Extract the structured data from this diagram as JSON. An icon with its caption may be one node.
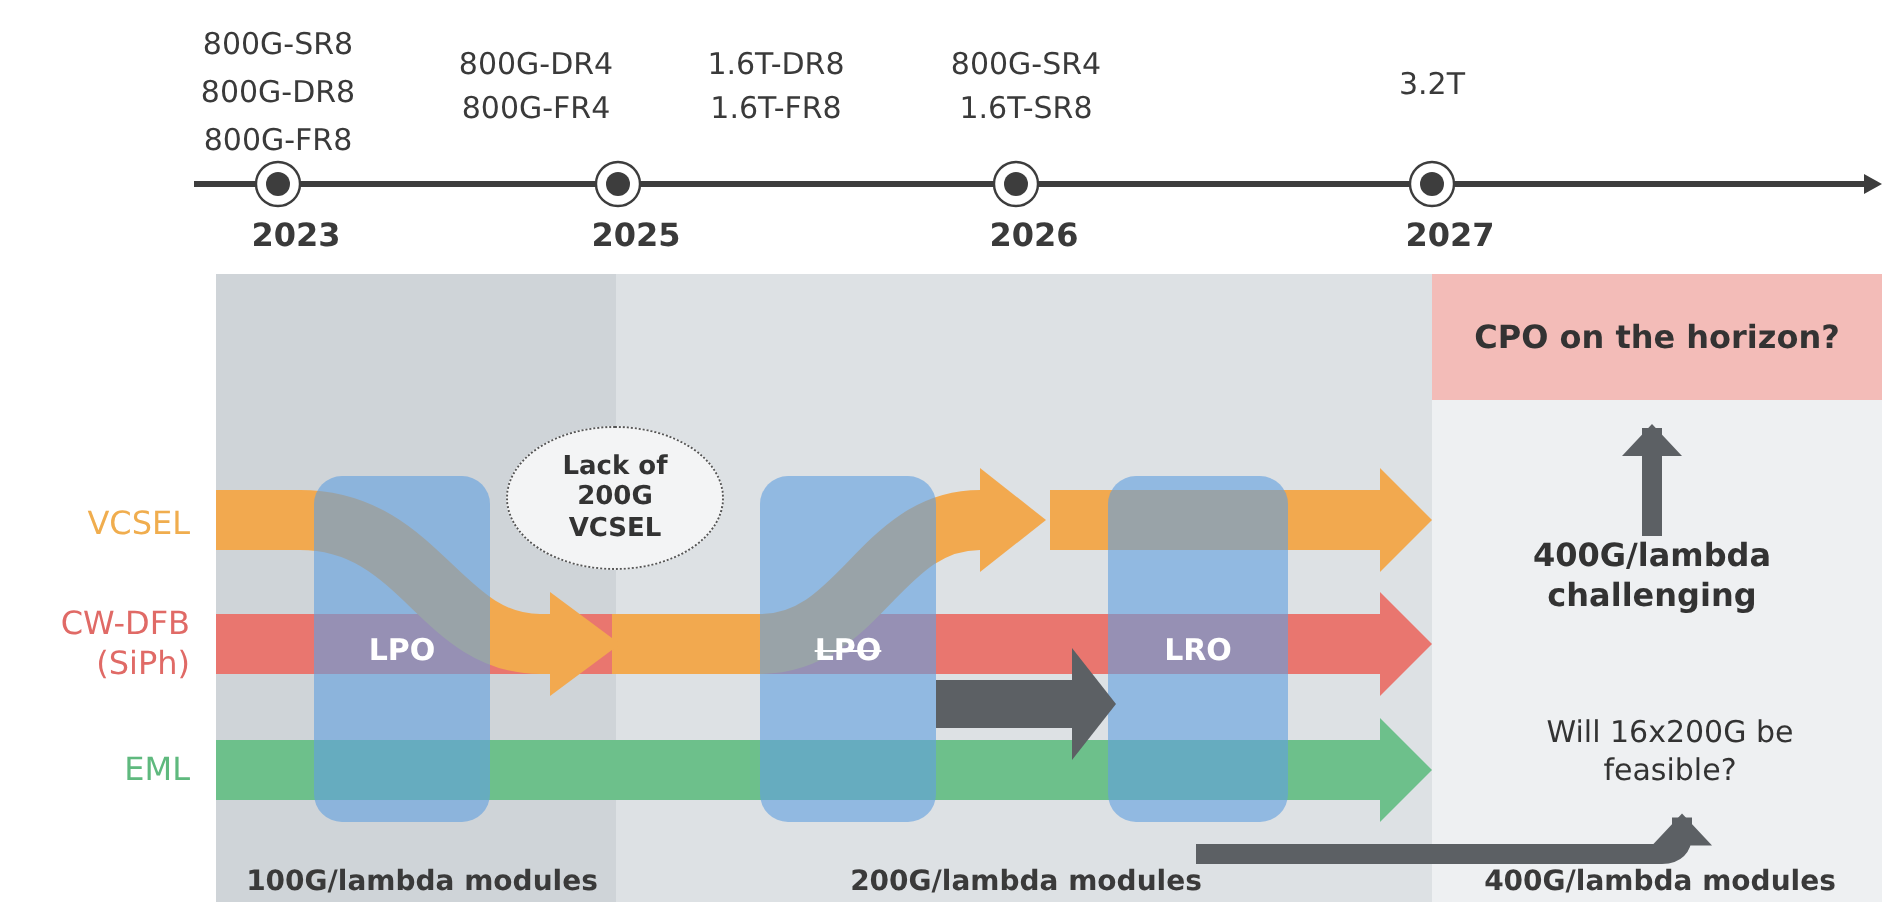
{
  "diagram": {
    "nodes": [
      {
        "text": [
          "100G/lambda modules"
        ]
      },
      {
        "text": [
          "200G/lambda modules"
        ]
      },
      {
        "text": [
          "400G/lambda modules"
        ]
      },
      {
        "text": [
          "CPO on the horizon?"
        ],
        "in": 2
      },
      {
        "text": [
          "LPO"
        ],
        "in": 0
      },
      {
        "text": [
          "Lack of 200G VCSEL"
        ]
      },
      {
        "text": [
          "LPO"
        ],
        "in": 1
      },
      {
        "text": [
          "LRO"
        ],
        "in": 1
      },
      {
        "text": [
          "400G/lambda challenging"
        ],
        "in": 2
      },
      {
        "text": [
          "Will 16x200G be feasible?"
        ],
        "in": 2
      }
    ],
    "edges": [
      {
        "from": 8,
        "to": 3,
        "arrow": "to"
      },
      {
        "from": null,
        "to": 9,
        "arrow": "to"
      },
      {
        "from": 6,
        "to": 7,
        "arrow": "to",
        "style": "thick"
      }
    ],
    "labels": [
      "800G-SR8",
      "800G-DR8",
      "800G-FR8",
      "800G-DR4",
      "800G-FR4",
      "1.6T-DR8",
      "1.6T-FR8",
      "800G-SR4",
      "1.6T-SR8",
      "3.2T",
      "2023",
      "2025",
      "2026",
      "2027",
      "VCSEL",
      "CW-DFB (SiPh)",
      "EML"
    ]
  }
}
